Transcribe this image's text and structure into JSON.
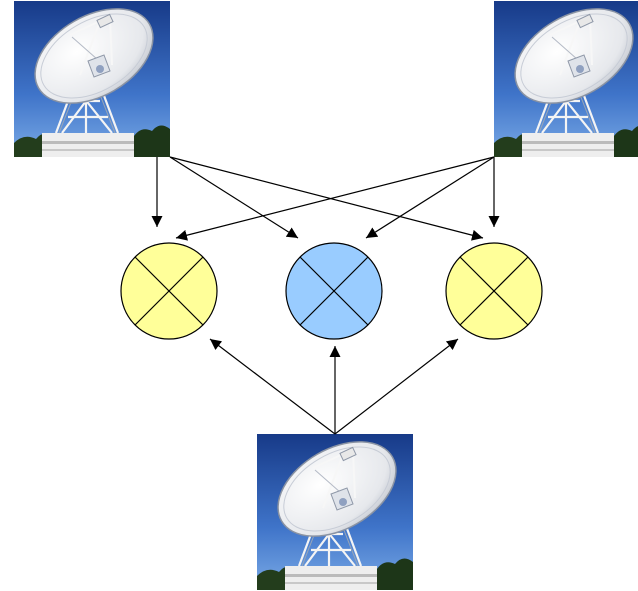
{
  "diagram": {
    "description_kind": "interferometer-correlation-diagram",
    "antennas": [
      {
        "id": "antenna-left"
      },
      {
        "id": "antenna-right"
      },
      {
        "id": "antenna-bottom"
      }
    ],
    "correlators": [
      {
        "id": "correlator-left",
        "color": "#ffff99"
      },
      {
        "id": "correlator-center",
        "color": "#99ccff"
      },
      {
        "id": "correlator-right",
        "color": "#ffff99"
      }
    ],
    "connections": [
      {
        "from": "antenna-left",
        "to": "correlator-left"
      },
      {
        "from": "antenna-left",
        "to": "correlator-center"
      },
      {
        "from": "antenna-left",
        "to": "correlator-right"
      },
      {
        "from": "antenna-right",
        "to": "correlator-left"
      },
      {
        "from": "antenna-right",
        "to": "correlator-center"
      },
      {
        "from": "antenna-right",
        "to": "correlator-right"
      },
      {
        "from": "antenna-bottom",
        "to": "correlator-left"
      },
      {
        "from": "antenna-bottom",
        "to": "correlator-center"
      },
      {
        "from": "antenna-bottom",
        "to": "correlator-right"
      }
    ],
    "colors": {
      "sky_top": "#1a3f8f",
      "sky_bottom": "#6fa0e0",
      "dish": "#f2f2f2",
      "structure": "#ffffff",
      "trees": "#1f3a1a",
      "line": "#000000"
    }
  }
}
